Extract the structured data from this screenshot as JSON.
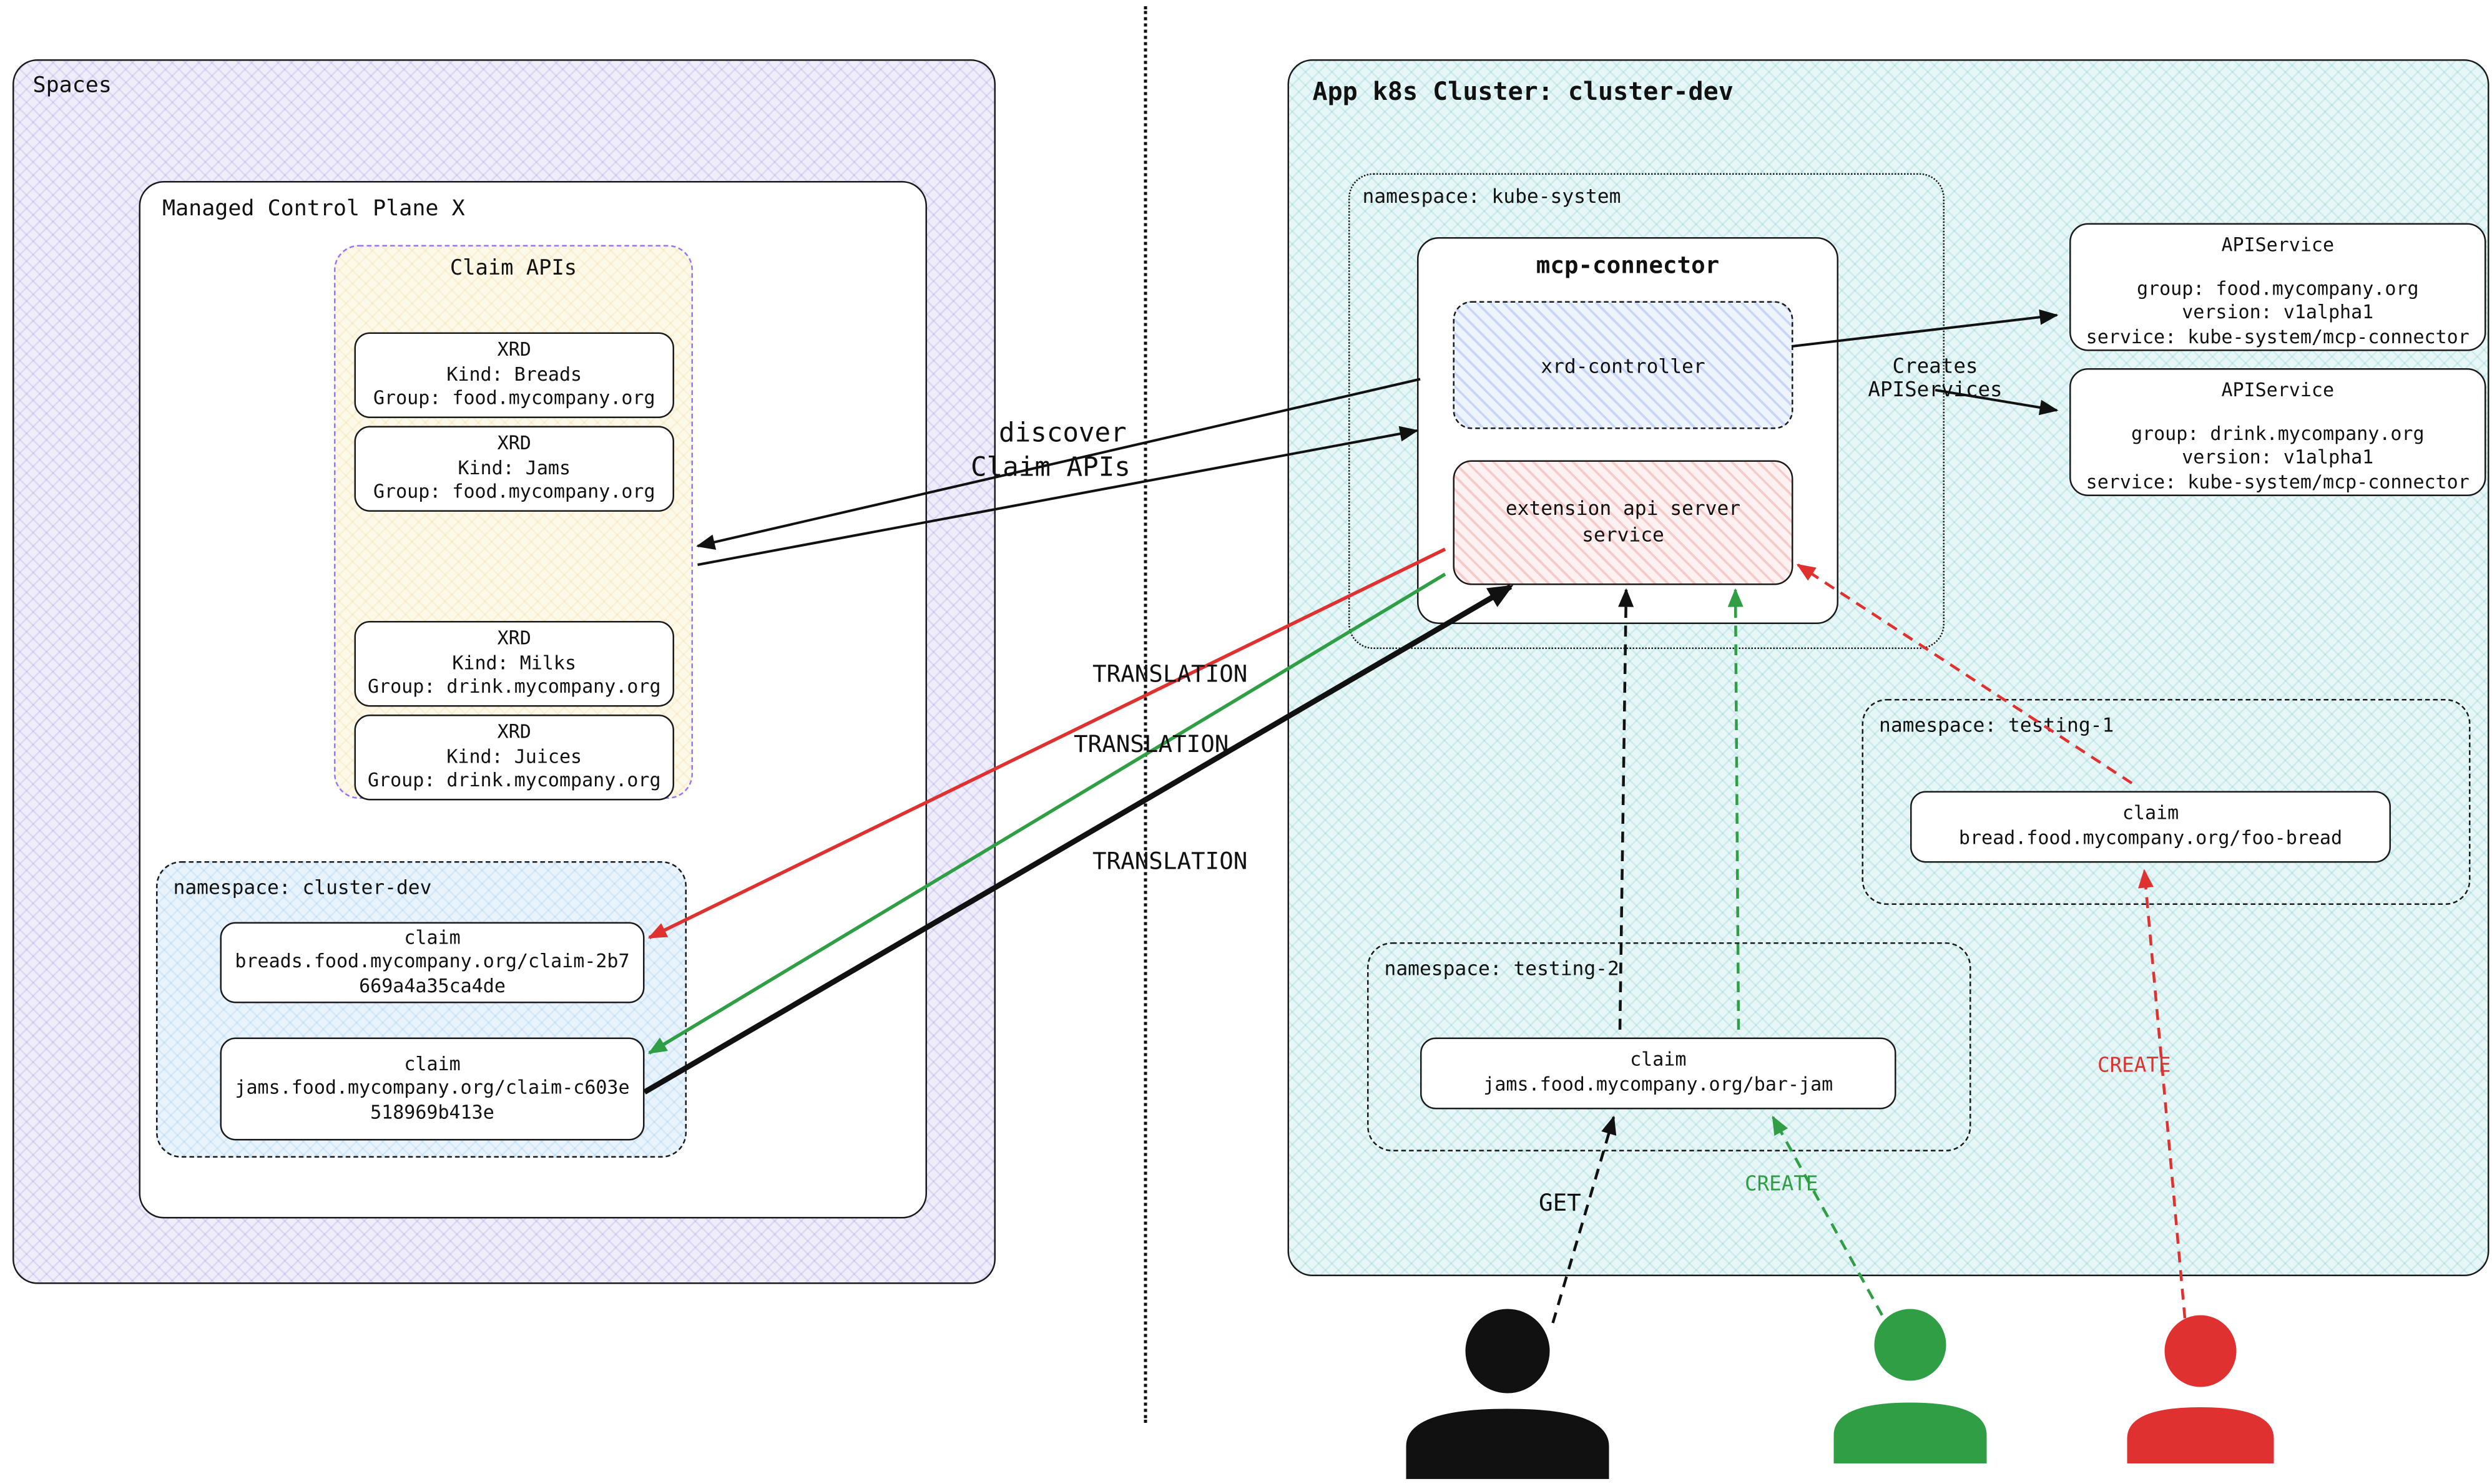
{
  "colors": {
    "red": "#e03131",
    "green": "#2f9e44",
    "black": "#111111"
  },
  "left": {
    "spaces_label": "Spaces",
    "control_plane_title": "Managed Control Plane X",
    "claim_apis": {
      "title": "Claim APIs",
      "xrds": [
        {
          "title": "XRD",
          "kind": "Kind: Breads",
          "group": "Group: food.mycompany.org"
        },
        {
          "title": "XRD",
          "kind": "Kind: Jams",
          "group": "Group: food.mycompany.org"
        },
        {
          "title": "XRD",
          "kind": "Kind: Milks",
          "group": "Group: drink.mycompany.org"
        },
        {
          "title": "XRD",
          "kind": "Kind: Juices",
          "group": "Group: drink.mycompany.org"
        }
      ]
    },
    "namespace_cluster_dev": {
      "label": "namespace: cluster-dev",
      "claims": [
        {
          "title": "claim",
          "name": "breads.food.mycompany.org/claim-2b7669a4a35ca4de"
        },
        {
          "title": "claim",
          "name": "jams.food.mycompany.org/claim-c603e518969b413e"
        }
      ]
    }
  },
  "middle": {
    "discover_line1": "discover",
    "discover_line2": "Claim APIs",
    "translations": [
      "TRANSLATION",
      "TRANSLATION",
      "TRANSLATION"
    ]
  },
  "right": {
    "cluster_title": "App k8s Cluster: cluster-dev",
    "namespace_kube_system": {
      "label": "namespace: kube-system",
      "mcp_connector": {
        "title": "mcp-connector",
        "xrd_controller_label": "xrd-controller",
        "extension_line1": "extension api server",
        "extension_line2": "service"
      }
    },
    "apiservices": [
      {
        "title": "APIService",
        "group": "group: food.mycompany.org",
        "version": "version: v1alpha1",
        "service": "service: kube-system/mcp-connector"
      },
      {
        "title": "APIService",
        "group": "group: drink.mycompany.org",
        "version": "version: v1alpha1",
        "service": "service: kube-system/mcp-connector"
      }
    ],
    "creates_line1": "Creates",
    "creates_line2": "APIServices",
    "namespace_testing_1": {
      "label": "namespace: testing-1",
      "claim": {
        "title": "claim",
        "name": "bread.food.mycompany.org/foo-bread"
      }
    },
    "namespace_testing_2": {
      "label": "namespace: testing-2",
      "claim": {
        "title": "claim",
        "name": "jams.food.mycompany.org/bar-jam"
      }
    },
    "actions": {
      "get": "GET",
      "create_green": "CREATE",
      "create_red": "CREATE"
    }
  },
  "figures": [
    {
      "name": "person-black",
      "color": "#111111"
    },
    {
      "name": "person-green",
      "color": "#2f9e44"
    },
    {
      "name": "person-red",
      "color": "#e03131"
    }
  ]
}
